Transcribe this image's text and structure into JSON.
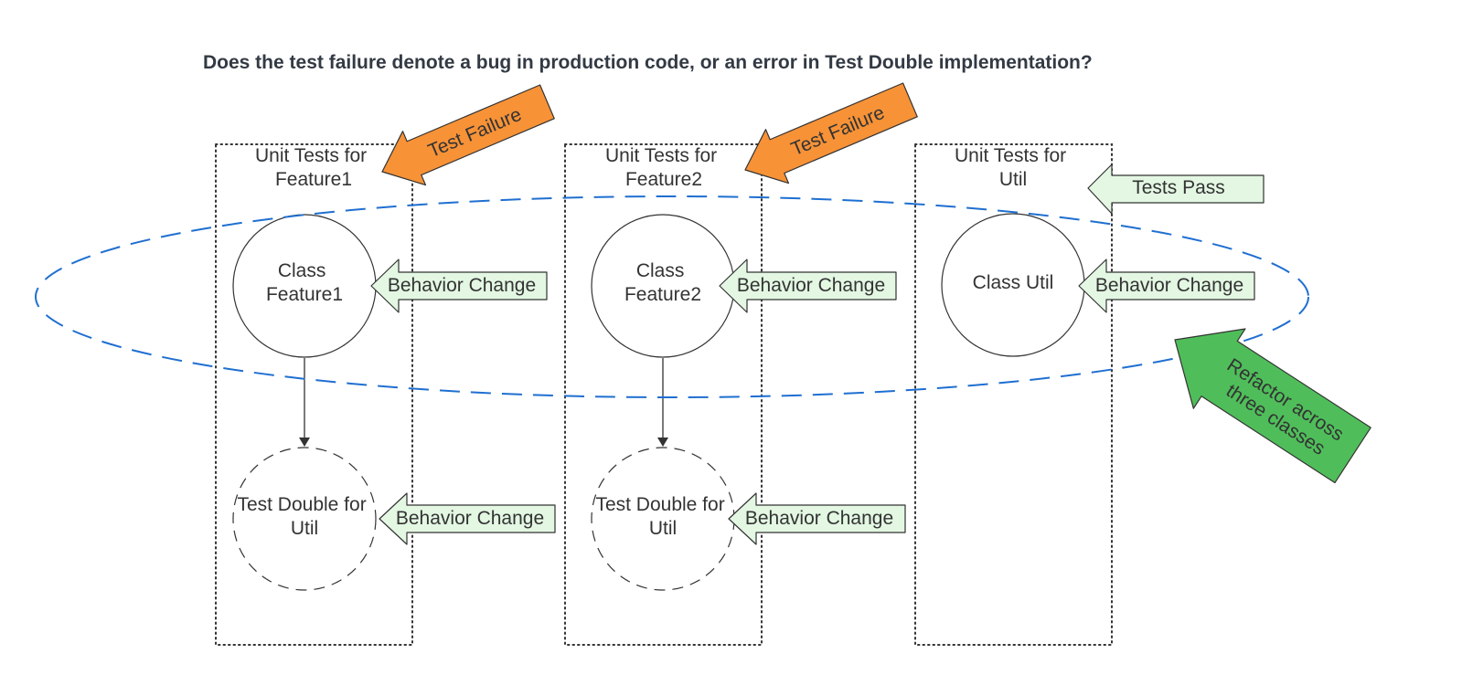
{
  "title": "Does the test failure denote a bug in production code, or an error in Test Double implementation?",
  "columns": [
    {
      "box_label": [
        "Unit Tests for",
        "Feature1"
      ],
      "class_label": [
        "Class",
        "Feature1"
      ],
      "test_double_label": [
        "Test Double for",
        "Util"
      ],
      "class_arrow": "Behavior Change",
      "double_arrow": "Behavior Change",
      "status_arrow": "Test Failure"
    },
    {
      "box_label": [
        "Unit Tests for",
        "Feature2"
      ],
      "class_label": [
        "Class",
        "Feature2"
      ],
      "test_double_label": [
        "Test Double for",
        "Util"
      ],
      "class_arrow": "Behavior Change",
      "double_arrow": "Behavior Change",
      "status_arrow": "Test Failure"
    },
    {
      "box_label": [
        "Unit Tests for",
        "Util"
      ],
      "class_label": [
        "Class Util"
      ],
      "class_arrow": "Behavior Change",
      "status_arrow": "Tests Pass"
    }
  ],
  "refactor_arrow": [
    "Refactor across",
    "three classes"
  ],
  "colors": {
    "failure_arrow": "#f79237",
    "behavior_arrow": "#e3f7e3",
    "refactor_arrow": "#4fbe5a",
    "scope_ellipse": "#1f6fd1"
  }
}
